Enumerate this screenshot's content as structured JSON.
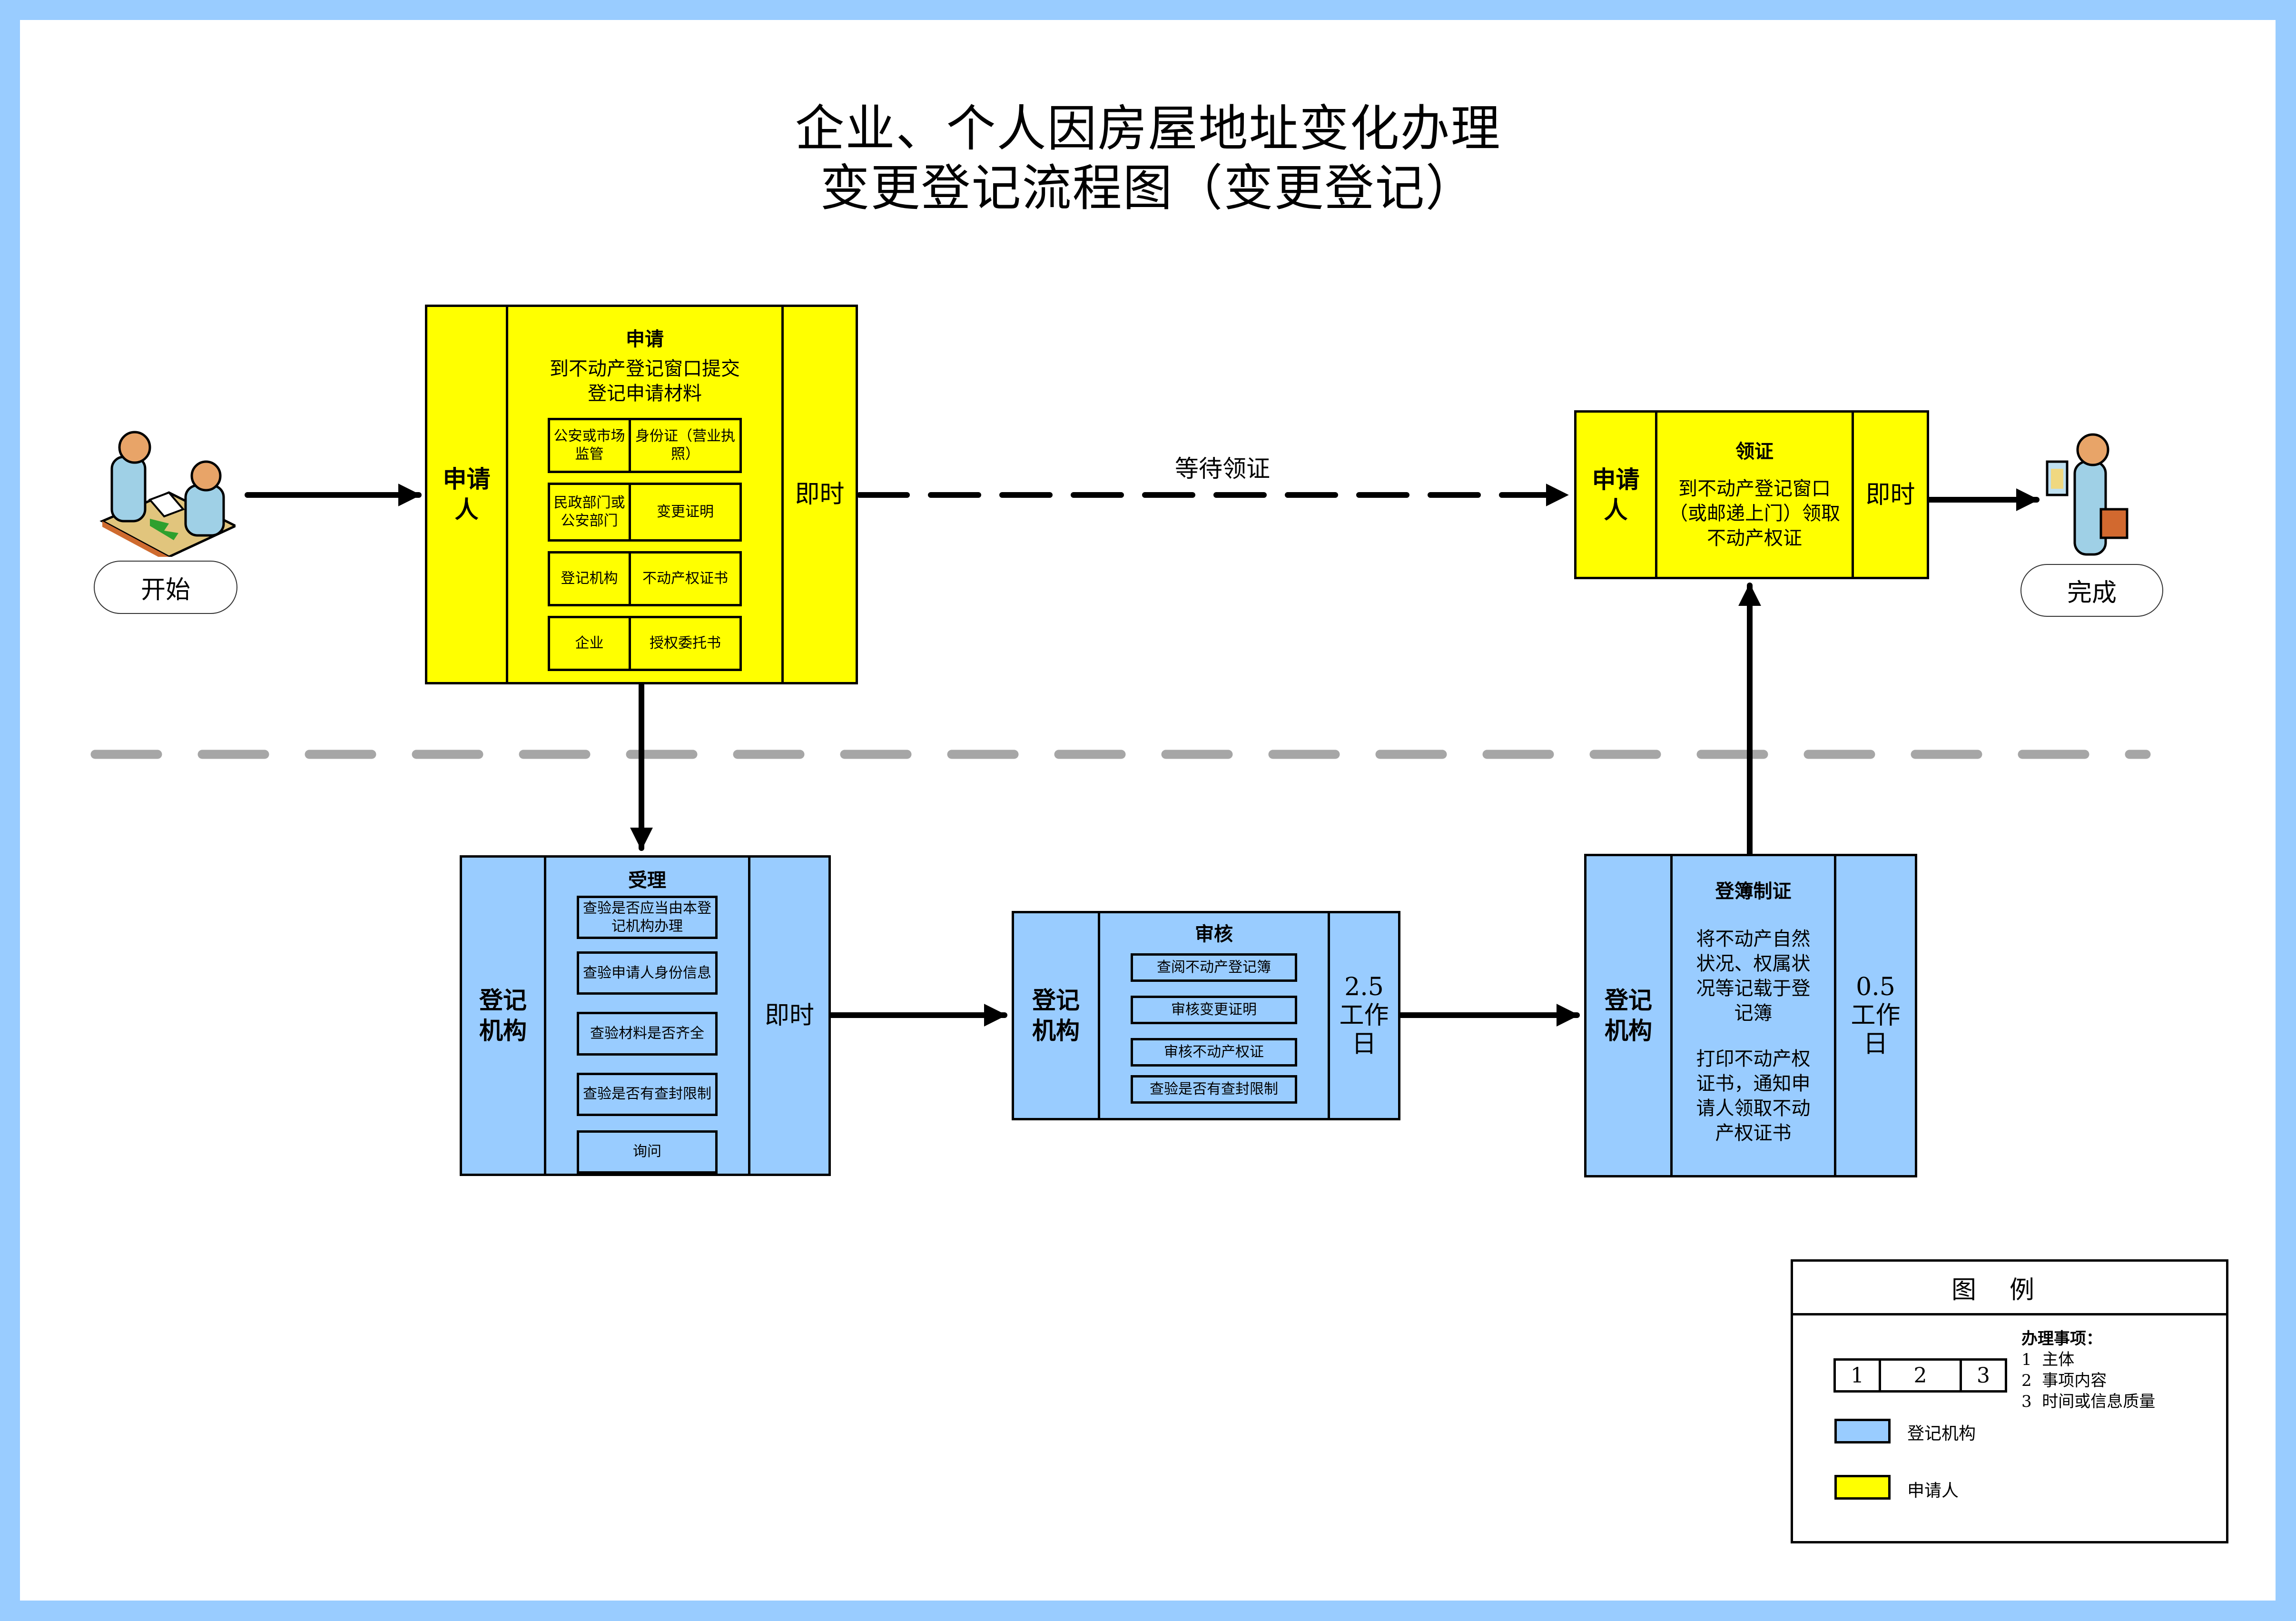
{
  "title": {
    "line1": "企业、个人因房屋地址变化办理",
    "line2": "变更登记流程图（变更登记）"
  },
  "colors": {
    "frame": "#99CCFF",
    "applicant": "#FFFF00",
    "registry": "#99CCFF",
    "separator": "#A6A6A6"
  },
  "start": {
    "label": "开始",
    "icon": "people-at-desk-handing-document-icon"
  },
  "finish": {
    "label": "完成",
    "icon": "person-with-certificate-and-briefcase-icon"
  },
  "connector_label": "等待领证",
  "steps": {
    "apply": {
      "actor": "申请人",
      "title": "申请",
      "desc": "到不动产登记窗口提交登记申请材料",
      "time": "即时",
      "materials": [
        {
          "source": "公安或市场监管",
          "doc": "身份证（营业执照）"
        },
        {
          "source": "民政部门或公安部门",
          "doc": "变更证明"
        },
        {
          "source": "登记机构",
          "doc": "不动产权证书"
        },
        {
          "source": "企业",
          "doc": "授权委托书"
        }
      ]
    },
    "accept": {
      "actor": "登记机构",
      "title": "受理",
      "time": "即时",
      "items": [
        "查验是否应当由本登记机构办理",
        "查验申请人身份信息",
        "查验材料是否齐全",
        "查验是否有查封限制",
        "询问"
      ]
    },
    "review": {
      "actor": "登记机构",
      "title": "审核",
      "time": "2.5工作日",
      "items": [
        "查阅不动产登记簿",
        "审核变更证明",
        "审核不动产权证",
        "查验是否有查封限制"
      ]
    },
    "record": {
      "actor": "登记机构",
      "title": "登簿制证",
      "desc1": "将不动产自然状况、权属状况等记载于登记簿",
      "desc2": "打印不动产权证书，通知申请人领取不动产权证书",
      "time": "0.5工作日"
    },
    "collect": {
      "actor": "申请人",
      "title": "领证",
      "desc": "到不动产登记窗口（或邮递上门）领取不动产权证",
      "time": "即时"
    }
  },
  "legend": {
    "title": "图例",
    "cells": [
      "1",
      "2",
      "3"
    ],
    "heading": "办理事项：",
    "lines": [
      "1  主体",
      "2  事项内容",
      "3  时间或信息质量"
    ],
    "swatches": [
      {
        "label": "登记机构",
        "color": "#99CCFF"
      },
      {
        "label": "申请人",
        "color": "#FFFF00"
      }
    ]
  }
}
